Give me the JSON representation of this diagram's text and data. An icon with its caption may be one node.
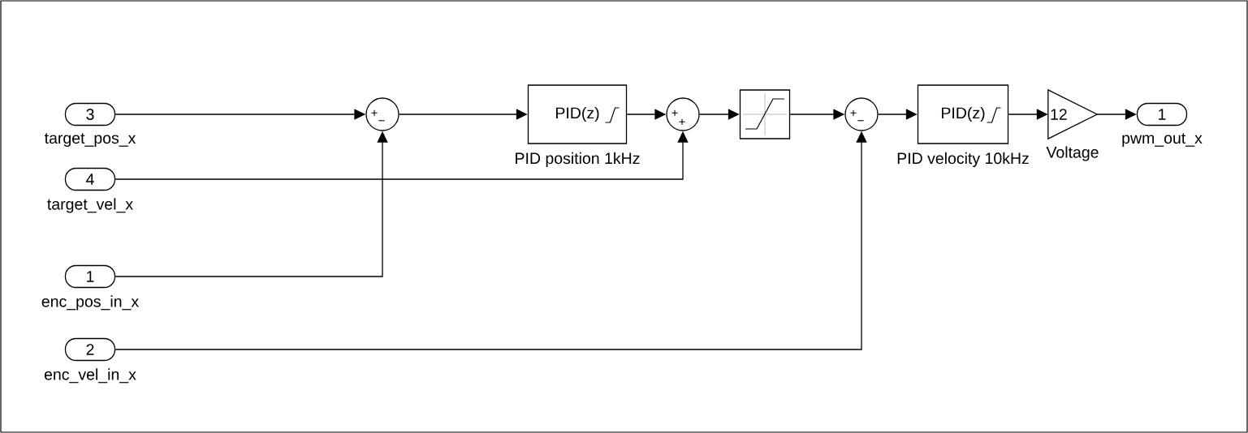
{
  "diagram": {
    "nodes": [
      {
        "text": [
          "3"
        ],
        "beside": [
          "target_pos_x"
        ]
      },
      {
        "text": [
          "4"
        ],
        "beside": [
          "target_vel_x"
        ]
      },
      {
        "text": [
          "1"
        ],
        "beside": [
          "enc_pos_in_x"
        ]
      },
      {
        "text": [
          "2"
        ],
        "beside": [
          "enc_vel_in_x"
        ]
      },
      {
        "text": [
          "+",
          "−"
        ]
      },
      {
        "text": [
          "PID(z)"
        ],
        "beside": [
          "PID position 1kHz"
        ]
      },
      {
        "text": [
          "+",
          "+"
        ]
      },
      {
        "text": [],
        "shape": "box"
      },
      {
        "text": [
          "+",
          "−"
        ]
      },
      {
        "text": [
          "PID(z)"
        ],
        "beside": [
          "PID velocity 10kHz"
        ]
      },
      {
        "text": [
          "12"
        ],
        "beside": [
          "Voltage"
        ]
      },
      {
        "text": [
          "1"
        ],
        "beside": [
          "pwm_out_x"
        ]
      }
    ],
    "edges": [
      {
        "from": 0,
        "to": 4,
        "arrow": "to"
      },
      {
        "from": 4,
        "to": 5,
        "arrow": "to"
      },
      {
        "from": 5,
        "to": 6,
        "arrow": "to"
      },
      {
        "from": 6,
        "to": 7,
        "arrow": "to"
      },
      {
        "from": 7,
        "to": 8,
        "arrow": "to"
      },
      {
        "from": 8,
        "to": 9,
        "arrow": "to"
      },
      {
        "from": 9,
        "to": 10,
        "arrow": "to"
      },
      {
        "from": 10,
        "to": 11,
        "arrow": "to"
      },
      {
        "from": 1,
        "to": 6,
        "arrow": "to"
      },
      {
        "from": 2,
        "to": 4,
        "arrow": "to"
      },
      {
        "from": 3,
        "to": 8,
        "arrow": "to"
      }
    ]
  }
}
